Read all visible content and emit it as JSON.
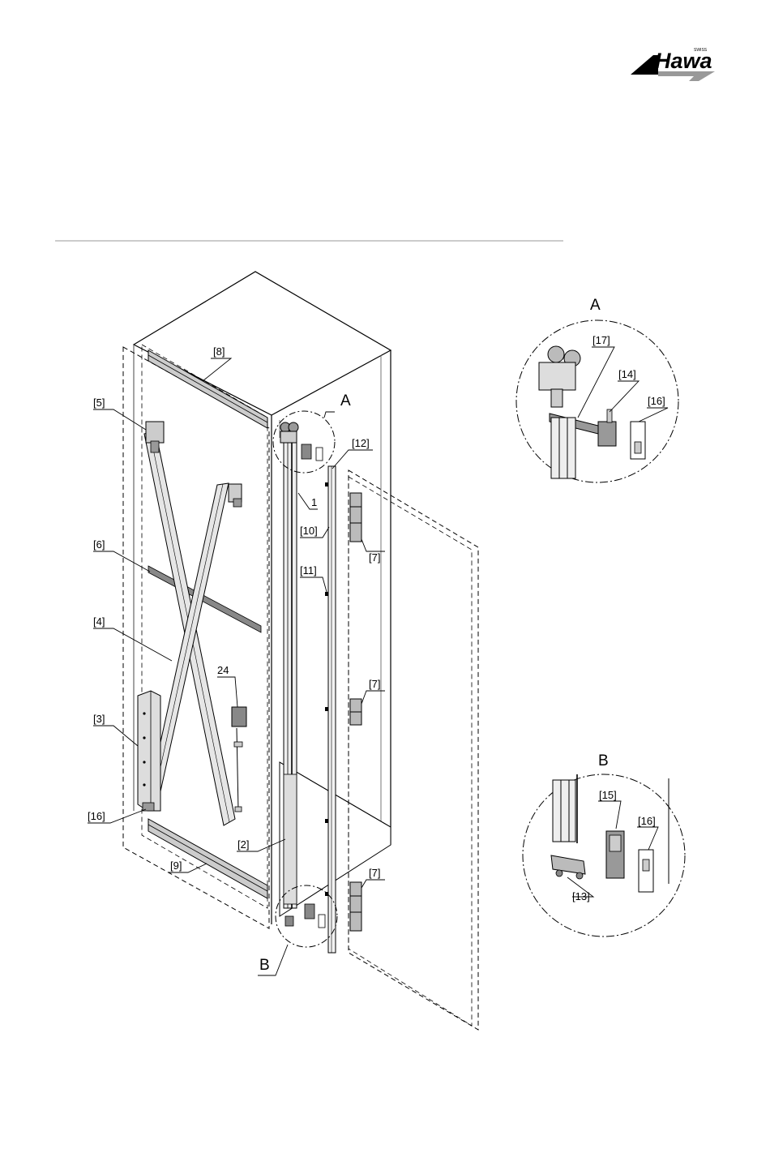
{
  "logo": {
    "name": "Hawa",
    "sub": "SWISS"
  },
  "detail_a": {
    "title": "A",
    "labels": [
      "[17]",
      "[14]",
      "[16]"
    ]
  },
  "detail_b": {
    "title": "B",
    "labels": [
      "[15]",
      "[16]",
      "[13]"
    ]
  },
  "main_callouts": {
    "a_marker": "A",
    "b_marker": "B",
    "c8": "[8]",
    "c5": "[5]",
    "c6": "[6]",
    "c4": "[4]",
    "c3": "[3]",
    "c16": "[16]",
    "c9": "[9]",
    "c2": "[2]",
    "c24": "24",
    "c1": "1",
    "c12": "[12]",
    "c10": "[10]",
    "c11": "[11]",
    "c7a": "[7]",
    "c7b": "[7]",
    "c7c": "[7]"
  }
}
